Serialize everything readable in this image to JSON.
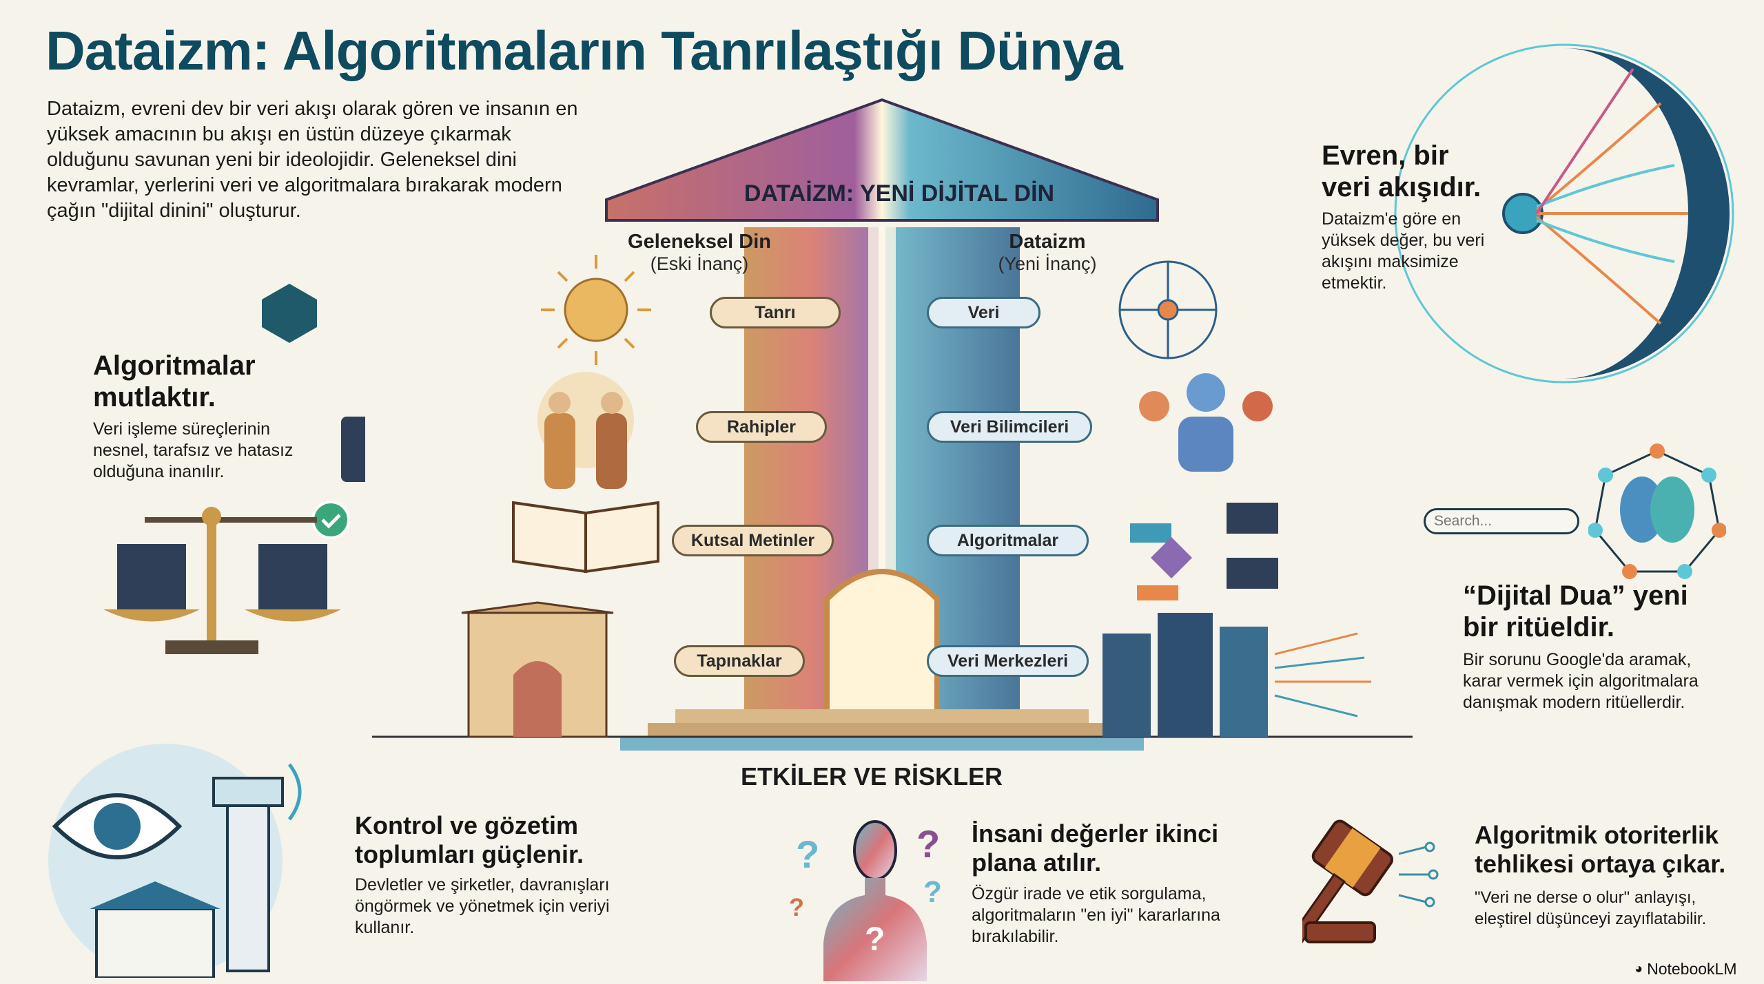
{
  "title": "Dataizm: Algoritmaların Tanrılaştığı Dünya",
  "intro": "Dataizm, evreni dev bir veri akışı olarak gören ve insanın en yüksek amacının bu akışı en üstün düzeye çıkarmak olduğunu savunan yeni bir ideolojidir. Geleneksel dini kevramlar, yerlerini veri ve algoritmalara bırakarak modern çağın \"dijital dinini\" oluşturur.",
  "temple": {
    "banner": "DATAİZM: YENİ DİJİTAL DİN",
    "left_header": "Geleneksel Din",
    "left_sub": "(Eski İnanç)",
    "right_header": "Dataizm",
    "right_sub": "(Yeni İnanç)",
    "left_items": [
      "Tanrı",
      "Rahipler",
      "Kutsal Metinler",
      "Tapınaklar"
    ],
    "right_items": [
      "Veri",
      "Veri Bilimcileri",
      "Algoritmalar",
      "Veri Merkezleri"
    ]
  },
  "algorithms": {
    "heading": "Algoritmalar mutlaktır.",
    "body": "Veri işleme süreçlerinin nesnel, tarafsız ve hatasız olduğuna inanılır."
  },
  "universe": {
    "heading": "Evren, bir veri akışıdır.",
    "body": "Dataizm'e göre en yüksek değer, bu veri akışını maksimize etmektir."
  },
  "prayer": {
    "search_placeholder": "Search...",
    "heading": "“Dijital Dua” yeni bir ritüeldir.",
    "body": "Bir sorunu Google'da aramak, karar vermek için algoritmalara danışmak modern ritüellerdir."
  },
  "effects_title": "ETKİLER VE RİSKLER",
  "effects": [
    {
      "heading": "Kontrol ve gözetim toplumları güçlenir.",
      "body": "Devletler ve şirketler, davranışları öngörmek ve yönetmek için veriyi kullanır."
    },
    {
      "heading": "İnsani değerler ikinci plana atılır.",
      "body": "Özgür irade ve etik sorgulama, algoritmaların \"en iyi\" kararlarına bırakılabilir."
    },
    {
      "heading": "Algoritmik otoriterlik tehlikesi ortaya çıkar.",
      "body": "\"Veri ne derse o olur\" anlayışı, eleştirel düşünceyi zayıflatabilir."
    }
  ],
  "brand": "NotebookLM",
  "colors": {
    "title": "#0f4b5e",
    "teal": "#2e8fa6",
    "orange": "#e8874a",
    "purple": "#8a4f8f",
    "sand": "#f5e2c4"
  }
}
